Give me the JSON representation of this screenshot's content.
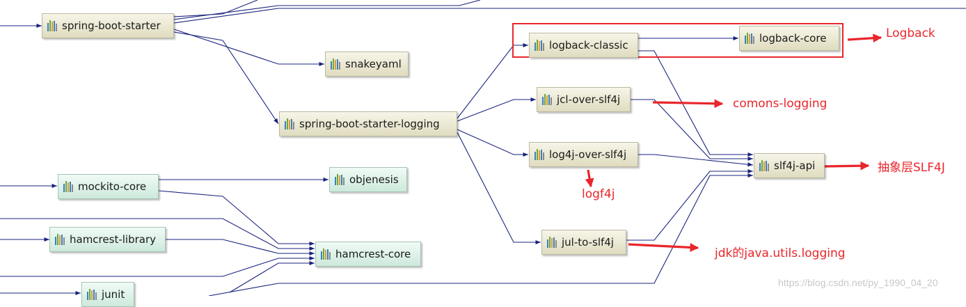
{
  "nodes": {
    "spring_boot_starter": "spring-boot-starter",
    "snakeyaml": "snakeyaml",
    "spring_boot_starter_logging": "spring-boot-starter-logging",
    "logback_classic": "logback-classic",
    "logback_core": "logback-core",
    "jcl_over_slf4j": "jcl-over-slf4j",
    "log4j_over_slf4j": "log4j-over-slf4j",
    "slf4j_api": "slf4j-api",
    "jul_to_slf4j": "jul-to-slf4j",
    "mockito_core": "mockito-core",
    "objenesis": "objenesis",
    "hamcrest_library": "hamcrest-library",
    "hamcrest_core": "hamcrest-core",
    "junit": "junit"
  },
  "annotations": {
    "logback": "Logback",
    "commons_logging": "comons-logging",
    "slf4j_layer": "抽象层SLF4J",
    "log4j": "logf4j",
    "jul": "jdk的java.utils.logging"
  },
  "watermark": "https://blog.csdn.net/py_1990_04_20",
  "colors": {
    "edge": "#1a237e",
    "annotation": "#e8262b",
    "node_yellow": "#e8e4cc",
    "node_green": "#d9f0e6"
  },
  "icons": {
    "node": "maven-artifact-icon",
    "annotation": "red-arrow-icon"
  }
}
